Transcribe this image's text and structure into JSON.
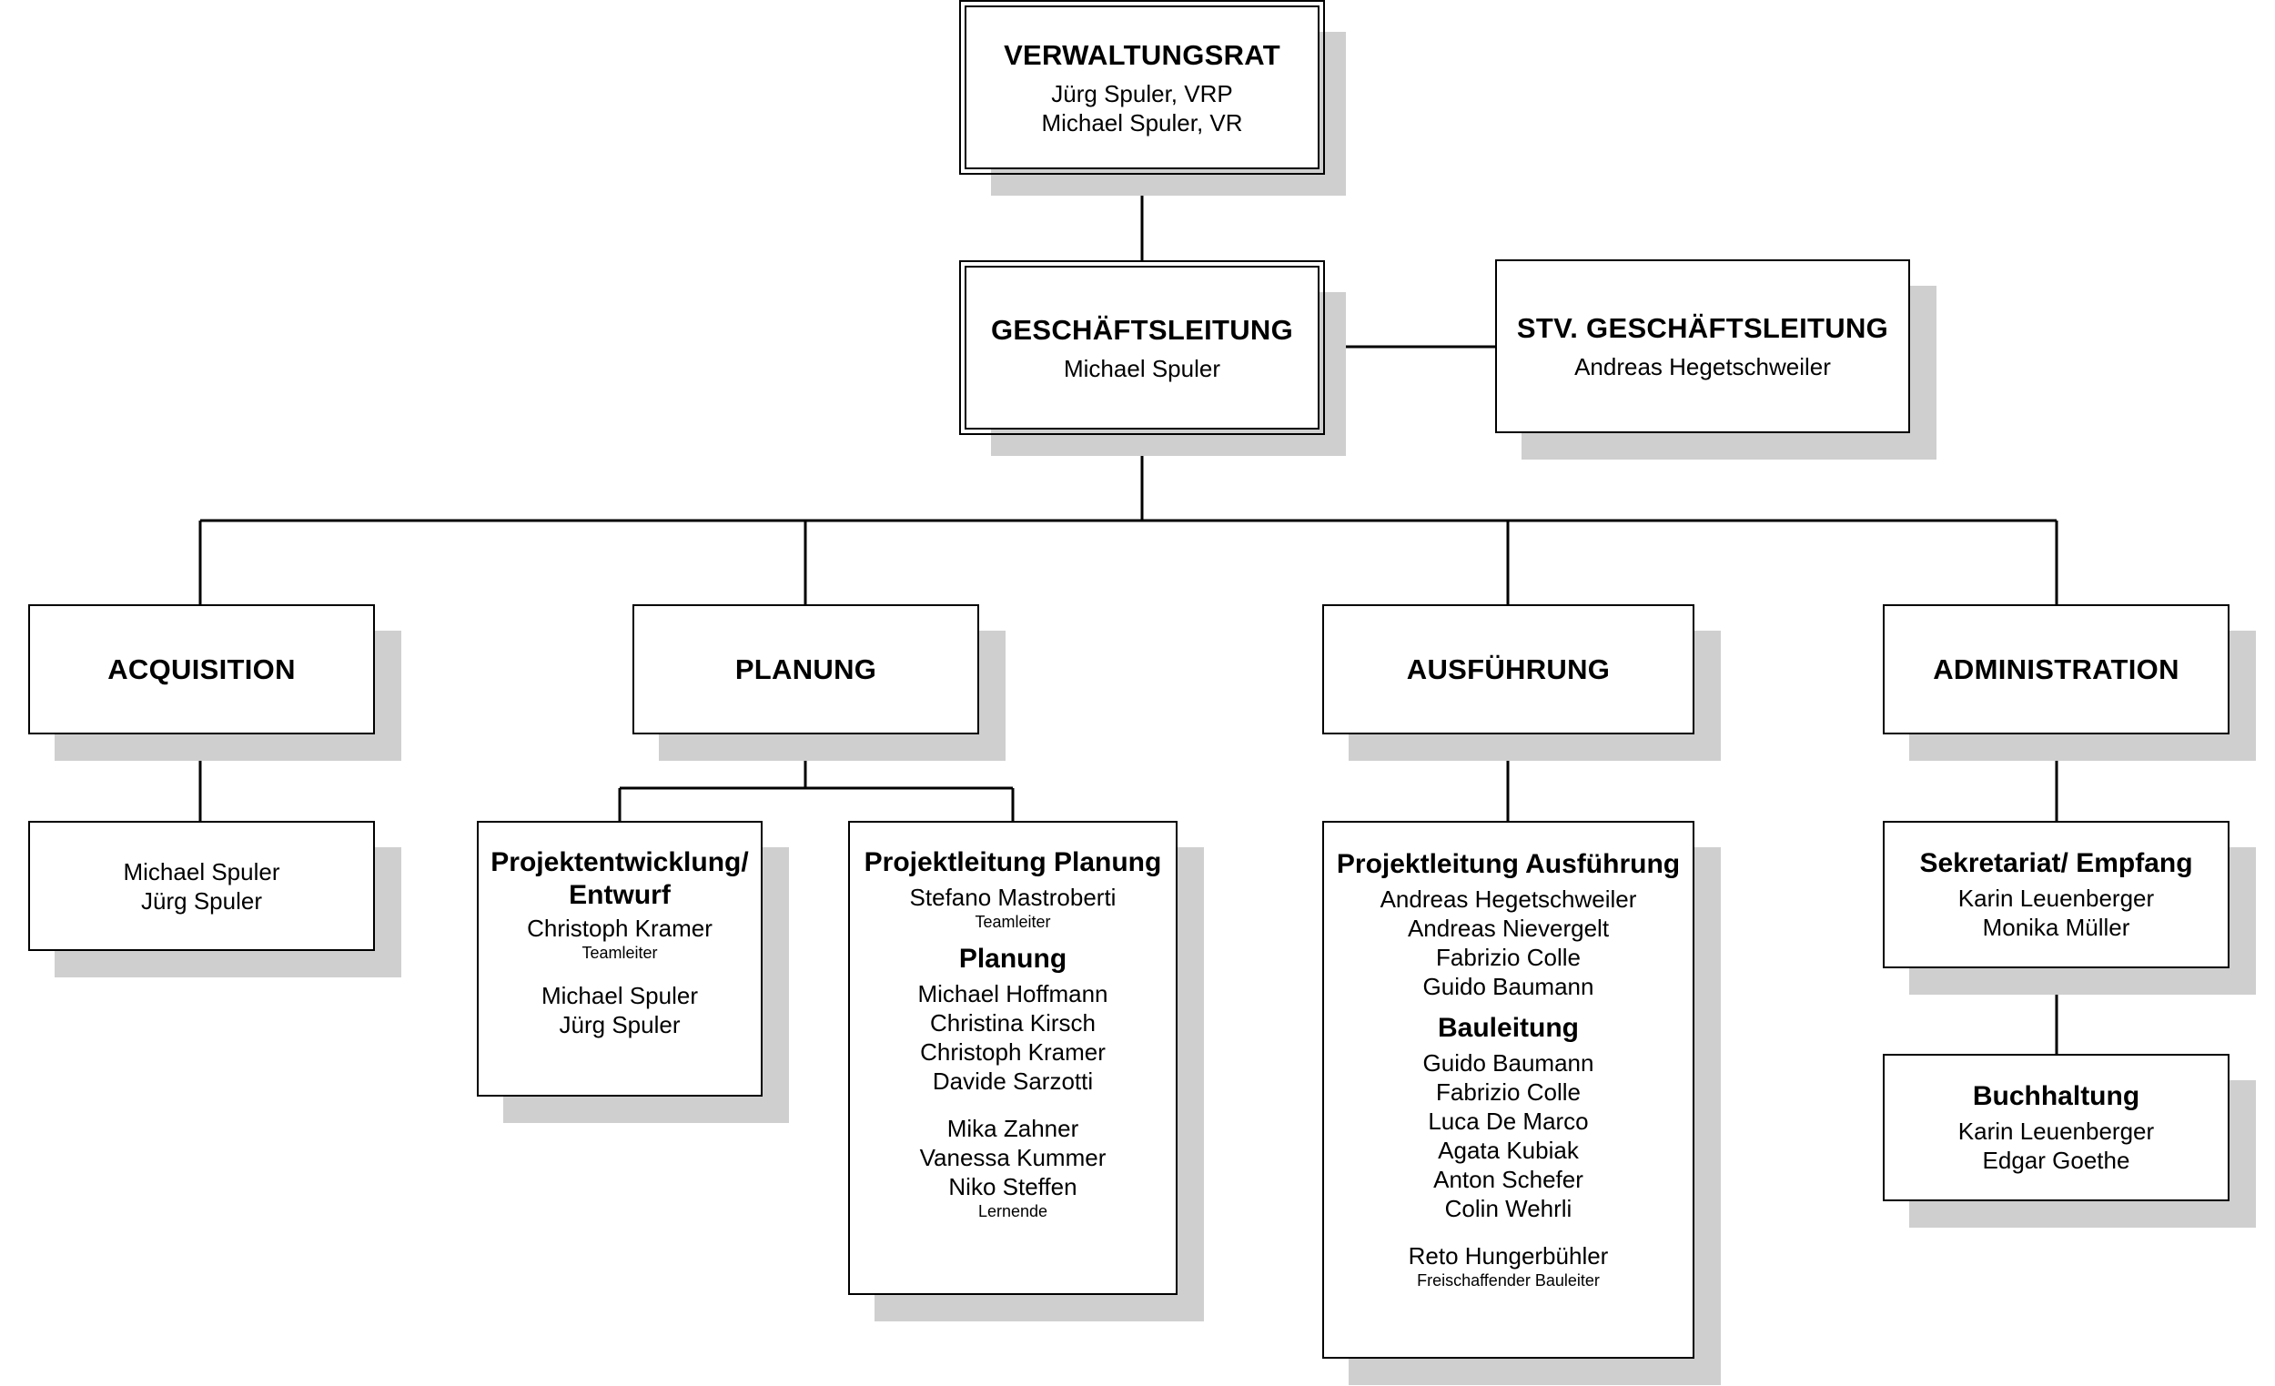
{
  "board": {
    "title": "VERWALTUNGSRAT",
    "members": [
      "Jürg Spuler, VRP",
      "Michael Spuler, VR"
    ]
  },
  "management": {
    "title": "GESCHÄFTSLEITUNG",
    "name": "Michael Spuler"
  },
  "deputy": {
    "title": "STV. GESCHÄFTSLEITUNG",
    "name": "Andreas Hegetschweiler"
  },
  "departments": {
    "acquisition": {
      "title": "ACQUISITION",
      "members": [
        "Michael Spuler",
        "Jürg Spuler"
      ]
    },
    "planung": {
      "title": "PLANUNG",
      "projektentwicklung": {
        "title": "Projektentwicklung/ Entwurf",
        "lead": "Christoph Kramer",
        "lead_role": "Teamleiter",
        "members": [
          "Michael Spuler",
          "Jürg Spuler"
        ]
      },
      "projektleitung": {
        "title": "Projektleitung Planung",
        "lead": "Stefano Mastroberti",
        "lead_role": "Teamleiter",
        "planung_title": "Planung",
        "planung_members": [
          "Michael Hoffmann",
          "Christina Kirsch",
          "Christoph Kramer",
          "Davide Sarzotti"
        ],
        "apprentices": [
          "Mika Zahner",
          "Vanessa Kummer",
          "Niko Steffen"
        ],
        "apprentices_role": "Lernende"
      }
    },
    "ausfuehrung": {
      "title": "AUSFÜHRUNG",
      "projektleitung": {
        "title": "Projektleitung Ausführung",
        "members": [
          "Andreas Hegetschweiler",
          "Andreas Nievergelt",
          "Fabrizio Colle",
          "Guido Baumann"
        ],
        "bauleitung_title": "Bauleitung",
        "bauleitung_members": [
          "Guido Baumann",
          "Fabrizio Colle",
          "Luca De Marco",
          "Agata Kubiak",
          "Anton Schefer",
          "Colin Wehrli"
        ],
        "freelancer": "Reto Hungerbühler",
        "freelancer_role": "Freischaffender Bauleiter"
      }
    },
    "administration": {
      "title": "ADMINISTRATION",
      "sekretariat": {
        "title": "Sekretariat/ Empfang",
        "members": [
          "Karin Leuenberger",
          "Monika Müller"
        ]
      },
      "buchhaltung": {
        "title": "Buchhaltung",
        "members": [
          "Karin Leuenberger",
          "Edgar Goethe"
        ]
      }
    }
  }
}
